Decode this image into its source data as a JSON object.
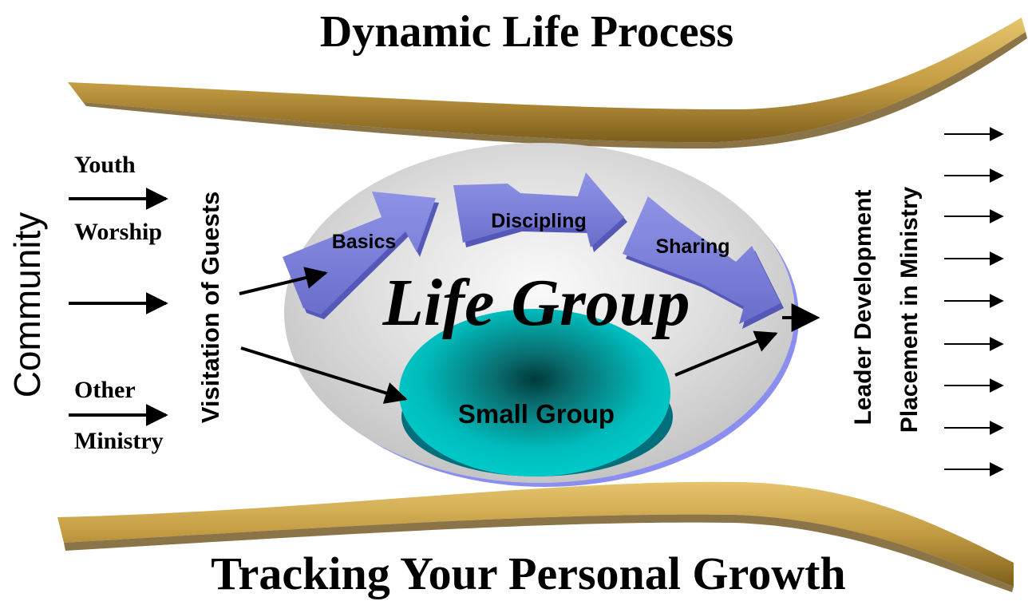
{
  "title": "Dynamic Life Process",
  "footer_title": "Tracking Your Personal Growth",
  "left": {
    "community": "Community",
    "youth": "Youth",
    "worship": "Worship",
    "other": "Other",
    "ministry": "Ministry",
    "visitation": "Visitation of Guests"
  },
  "center": {
    "life_group": "Life Group",
    "small_group": "Small Group",
    "steps": [
      "Basics",
      "Discipling",
      "Sharing"
    ]
  },
  "right": {
    "leader_development": "Leader Development",
    "placement": "Placement in Ministry"
  },
  "colors": {
    "funnel": "#c9a14a",
    "funnel_dark": "#8a6a22",
    "oval": "#d4d4d4",
    "oval_edge": "#8a8ef0",
    "step_arrow": "#7b7fd8",
    "small_group": "#00c8c8",
    "small_group_shadow": "#007d8a",
    "text": "#000000"
  }
}
